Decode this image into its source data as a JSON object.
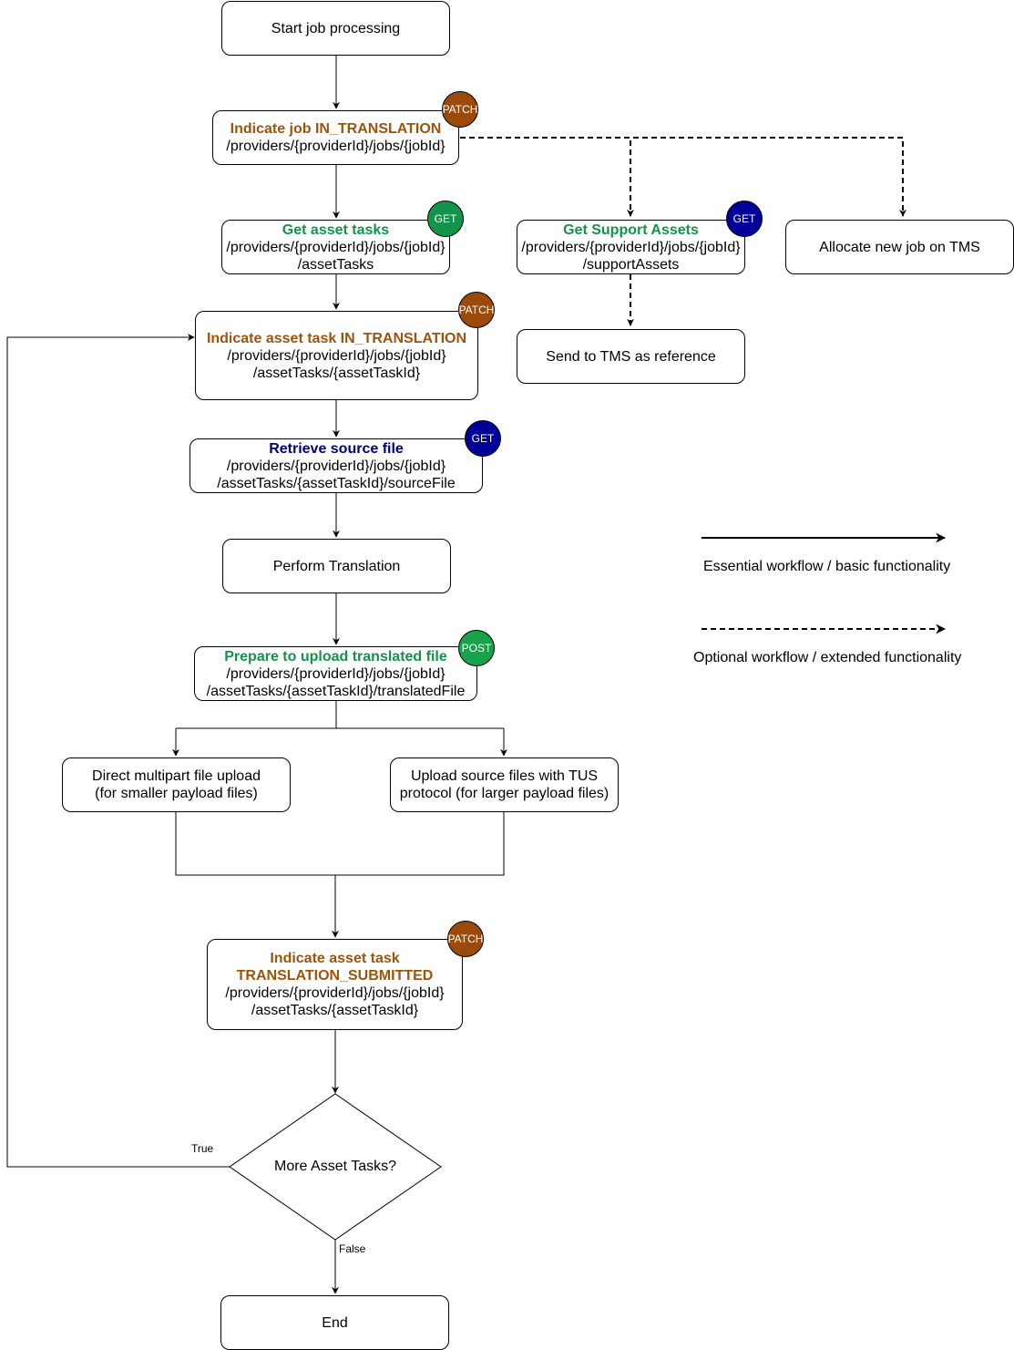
{
  "nodes": {
    "start": {
      "text": "Start job processing"
    },
    "job_in_translation": {
      "title": "Indicate job IN_TRANSLATION",
      "path1": "/providers/{providerId}/jobs/{jobId}",
      "method": "PATCH",
      "title_color": "#A0530B"
    },
    "get_asset_tasks": {
      "title": "Get asset tasks",
      "path1": "/providers/{providerId}/jobs/{jobId}",
      "path2": "/assetTasks",
      "method": "GET"
    },
    "get_support_assets": {
      "title": "Get Support Assets",
      "path1": "/providers/{providerId}/jobs/{jobId}",
      "path2": "/supportAssets",
      "method": "GET"
    },
    "allocate_tms": {
      "text": "Allocate new job on TMS"
    },
    "asset_task_in_translation": {
      "title": "Indicate asset task IN_TRANSLATION",
      "path1": "/providers/{providerId}/jobs/{jobId}",
      "path2": "/assetTasks/{assetTaskId}",
      "method": "PATCH"
    },
    "send_tms": {
      "text": "Send to TMS as reference"
    },
    "retrieve_source": {
      "title": "Retrieve source file",
      "path1": "/providers/{providerId}/jobs/{jobId}",
      "path2": "/assetTasks/{assetTaskId}/sourceFile",
      "method": "GET"
    },
    "perform_translation": {
      "text": "Perform Translation"
    },
    "prepare_upload": {
      "title": "Prepare to upload translated file",
      "path1": "/providers/{providerId}/jobs/{jobId}",
      "path2": "/assetTasks/{assetTaskId}/translatedFile",
      "method": "POST"
    },
    "direct_upload": {
      "line1": "Direct multipart file upload",
      "line2": "(for smaller payload files)"
    },
    "tus_upload": {
      "line1": "Upload source files with TUS",
      "line2": "protocol (for larger payload files)"
    },
    "translation_submitted": {
      "title1": "Indicate asset task",
      "title2": "TRANSLATION_SUBMITTED",
      "path1": "/providers/{providerId}/jobs/{jobId}",
      "path2": "/assetTasks/{assetTaskId}",
      "method": "PATCH"
    },
    "more_tasks": {
      "text": "More Asset Tasks?"
    },
    "end": {
      "text": "End"
    }
  },
  "edge_labels": {
    "true_label": "True",
    "false_label": "False"
  },
  "legend": {
    "essential": "Essential workflow / basic functionality",
    "optional": "Optional workflow / extended functionality"
  },
  "colors": {
    "patch": "#9B4A0C",
    "get_green": "#14944A",
    "get_blue": "#000099",
    "post": "#16A34A",
    "orange_title": "#A0530B",
    "green_title": "#15924A",
    "navy_title": "#000080"
  }
}
